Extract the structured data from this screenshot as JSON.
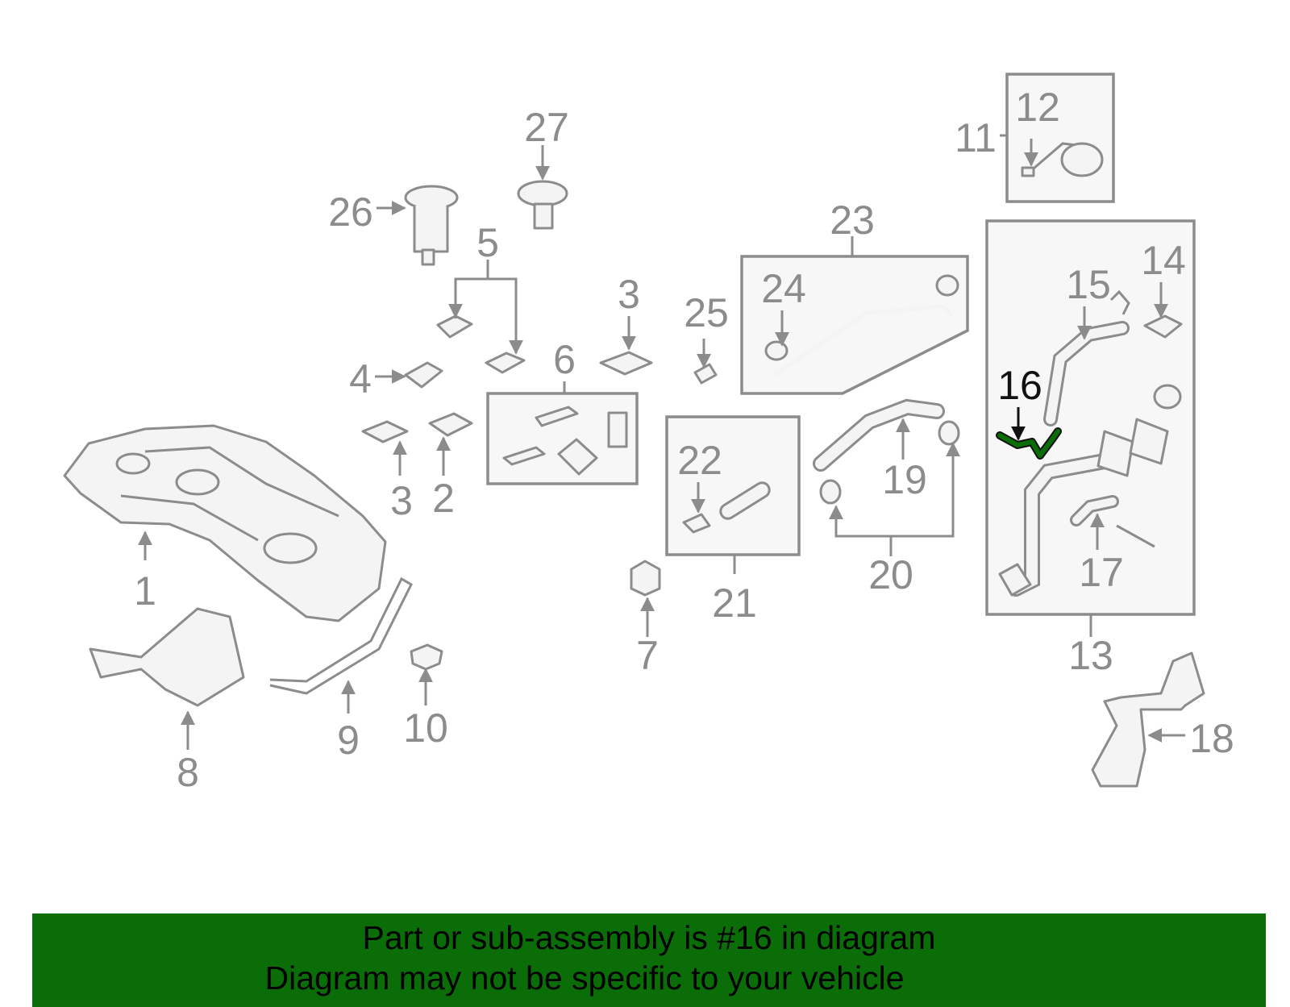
{
  "diagram": {
    "highlight_color": "#0a6d08",
    "callouts": {
      "p1": "1",
      "p2": "2",
      "p3a": "3",
      "p3b": "3",
      "p4": "4",
      "p5": "5",
      "p6": "6",
      "p7": "7",
      "p8": "8",
      "p9": "9",
      "p10": "10",
      "p11": "11",
      "p12": "12",
      "p13": "13",
      "p14": "14",
      "p15": "15",
      "p16": "16",
      "p17": "17",
      "p18": "18",
      "p19": "19",
      "p20": "20",
      "p21": "21",
      "p22": "22",
      "p23": "23",
      "p24": "24",
      "p25": "25",
      "p26": "26",
      "p27": "27"
    }
  },
  "banner": {
    "color": "#0a6d08",
    "line1": "Part or sub-assembly is #16 in diagram",
    "line2": "Diagram may not be specific to your vehicle"
  }
}
